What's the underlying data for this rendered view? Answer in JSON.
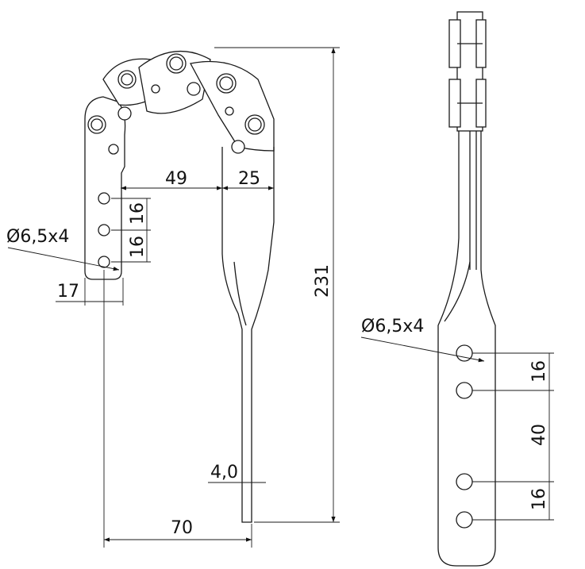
{
  "drawing": {
    "front_view": {
      "dim_gap": "49",
      "dim_arm_width": "25",
      "dim_hole_spacing_1": "16",
      "dim_hole_spacing_2": "16",
      "dim_hole_spec": "Ø6,5x4",
      "dim_edge": "17",
      "dim_total_height": "231",
      "dim_rod": "4,0",
      "dim_span": "70"
    },
    "side_view": {
      "dim_hole_spec": "Ø6,5x4",
      "dim_spacing_top": "16",
      "dim_spacing_mid": "40",
      "dim_spacing_bottom": "16"
    }
  }
}
